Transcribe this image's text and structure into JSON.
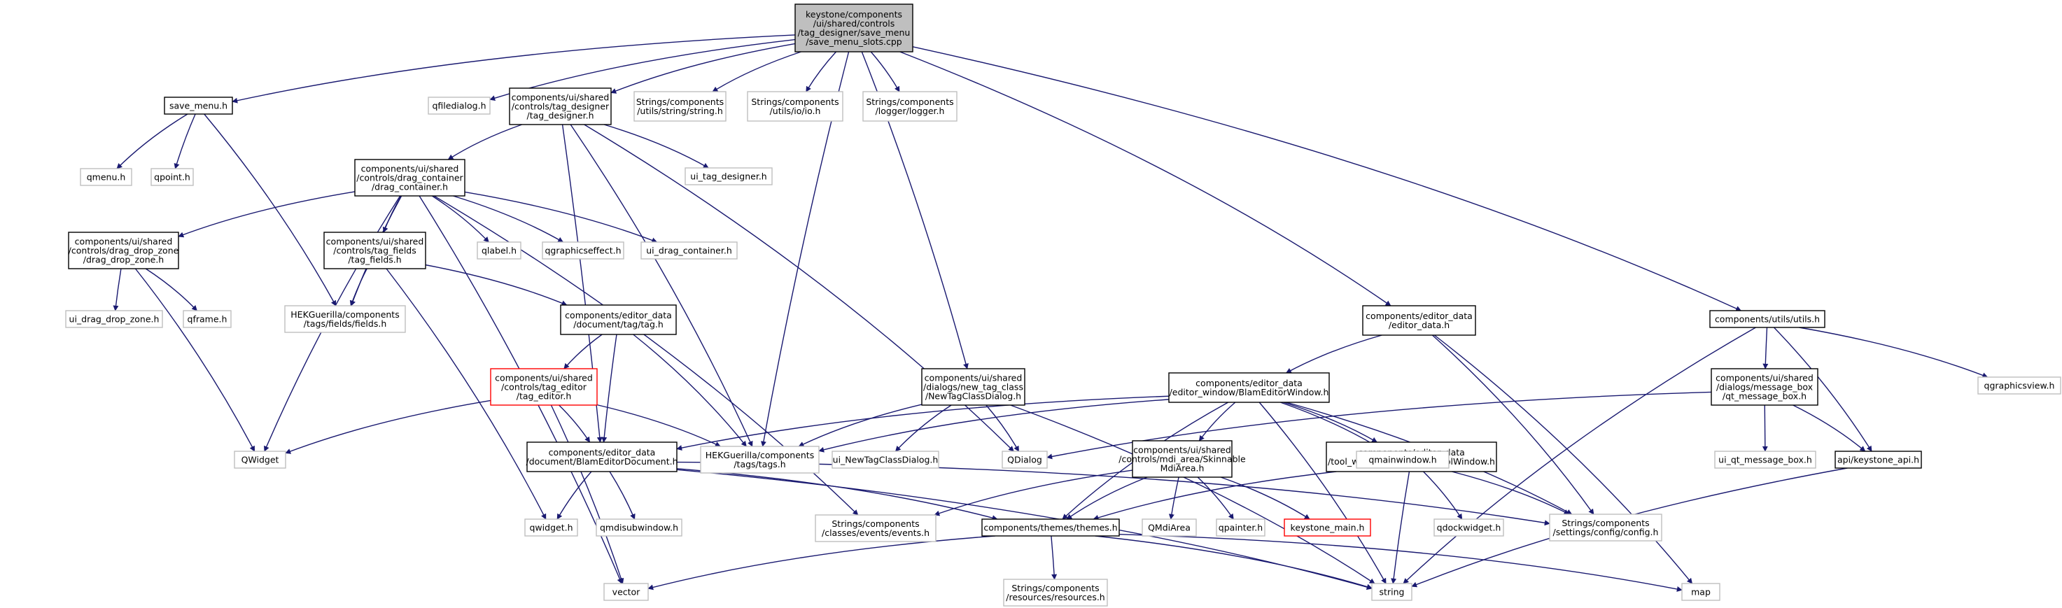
{
  "colors": {
    "edge": "#191970",
    "root_fill": "#bfbfbf",
    "documented_border": "#000000",
    "external_border": "#bfbfbf",
    "highlight_border": "#ff0000"
  },
  "nodes": [
    {
      "id": "root",
      "kind": "root",
      "lines": [
        "keystone/components",
        "/ui/shared/controls",
        "/tag_designer/save_menu",
        "/save_menu_slots.cpp"
      ]
    },
    {
      "id": "save_menu",
      "kind": "doc",
      "lines": [
        "save_menu.h"
      ]
    },
    {
      "id": "qfiledialog",
      "kind": "ext",
      "lines": [
        "qfiledialog.h"
      ]
    },
    {
      "id": "tag_designer",
      "kind": "doc",
      "lines": [
        "components/ui/shared",
        "/controls/tag_designer",
        "/tag_designer.h"
      ]
    },
    {
      "id": "string_h",
      "kind": "ext",
      "lines": [
        "Strings/components",
        "/utils/string/string.h"
      ]
    },
    {
      "id": "io_h",
      "kind": "ext",
      "lines": [
        "Strings/components",
        "/utils/io/io.h"
      ]
    },
    {
      "id": "logger_h",
      "kind": "ext",
      "lines": [
        "Strings/components",
        "/logger/logger.h"
      ]
    },
    {
      "id": "qmenu",
      "kind": "ext",
      "lines": [
        "qmenu.h"
      ]
    },
    {
      "id": "qpoint",
      "kind": "ext",
      "lines": [
        "qpoint.h"
      ]
    },
    {
      "id": "ui_tag_designer",
      "kind": "ext",
      "lines": [
        "ui_tag_designer.h"
      ]
    },
    {
      "id": "drag_container",
      "kind": "doc",
      "lines": [
        "components/ui/shared",
        "/controls/drag_container",
        "/drag_container.h"
      ]
    },
    {
      "id": "drag_drop_zone",
      "kind": "doc",
      "lines": [
        "components/ui/shared",
        "/controls/drag_drop_zone",
        "/drag_drop_zone.h"
      ]
    },
    {
      "id": "tag_fields",
      "kind": "doc",
      "lines": [
        "components/ui/shared",
        "/controls/tag_fields",
        "/tag_fields.h"
      ]
    },
    {
      "id": "qlabel",
      "kind": "ext",
      "lines": [
        "qlabel.h"
      ]
    },
    {
      "id": "qgraphicseffect",
      "kind": "ext",
      "lines": [
        "qgraphicseffect.h"
      ]
    },
    {
      "id": "ui_drag_container",
      "kind": "ext",
      "lines": [
        "ui_drag_container.h"
      ]
    },
    {
      "id": "ui_drag_drop_zone",
      "kind": "ext",
      "lines": [
        "ui_drag_drop_zone.h"
      ]
    },
    {
      "id": "qframe",
      "kind": "ext",
      "lines": [
        "qframe.h"
      ]
    },
    {
      "id": "fields_h",
      "kind": "ext",
      "lines": [
        "HEKGuerilla/components",
        "/tags/fields/fields.h"
      ]
    },
    {
      "id": "tag_h",
      "kind": "doc",
      "lines": [
        "components/editor_data",
        "/document/tag/tag.h"
      ]
    },
    {
      "id": "tag_editor",
      "kind": "red",
      "lines": [
        "components/ui/shared",
        "/controls/tag_editor",
        "/tag_editor.h"
      ]
    },
    {
      "id": "qwidget",
      "kind": "ext",
      "lines": [
        "QWidget"
      ]
    },
    {
      "id": "blam_doc",
      "kind": "doc",
      "lines": [
        "components/editor_data",
        "/document/BlamEditorDocument.h"
      ]
    },
    {
      "id": "tags_h",
      "kind": "ext",
      "lines": [
        "HEKGuerilla/components",
        "/tags/tags.h"
      ]
    },
    {
      "id": "new_tag_class",
      "kind": "doc",
      "lines": [
        "components/ui/shared",
        "/dialogs/new_tag_class",
        "/NewTagClassDialog.h"
      ]
    },
    {
      "id": "ui_new_tag_class",
      "kind": "ext",
      "lines": [
        "ui_NewTagClassDialog.h"
      ]
    },
    {
      "id": "qdialog",
      "kind": "ext",
      "lines": [
        "QDialog"
      ]
    },
    {
      "id": "qwidget_h",
      "kind": "ext",
      "lines": [
        "qwidget.h"
      ]
    },
    {
      "id": "qmdisubwindow",
      "kind": "ext",
      "lines": [
        "qmdisubwindow.h"
      ]
    },
    {
      "id": "events_h",
      "kind": "ext",
      "lines": [
        "Strings/components",
        "/classes/events/events.h"
      ]
    },
    {
      "id": "themes_h",
      "kind": "doc",
      "lines": [
        "components/themes/themes.h"
      ]
    },
    {
      "id": "resources_h",
      "kind": "ext",
      "lines": [
        "Strings/components",
        "/resources/resources.h"
      ]
    },
    {
      "id": "vector",
      "kind": "ext",
      "lines": [
        "vector"
      ]
    },
    {
      "id": "string",
      "kind": "ext",
      "lines": [
        "string"
      ]
    },
    {
      "id": "map",
      "kind": "ext",
      "lines": [
        "map"
      ]
    },
    {
      "id": "editor_data",
      "kind": "doc",
      "lines": [
        "components/editor_data",
        "/editor_data.h"
      ]
    },
    {
      "id": "blam_window",
      "kind": "doc",
      "lines": [
        "components/editor_data",
        "/editor_window/BlamEditorWindow.h"
      ]
    },
    {
      "id": "skinnable",
      "kind": "doc",
      "lines": [
        "components/ui/shared",
        "/controls/mdi_area/Skinnable",
        "MdiArea.h"
      ]
    },
    {
      "id": "tool_window",
      "kind": "doc",
      "lines": [
        "components/editor_data",
        "/tool_window/BlamEditorToolWindow.h"
      ]
    },
    {
      "id": "qmainwindow",
      "kind": "ext",
      "lines": [
        "qmainwindow.h"
      ]
    },
    {
      "id": "qmdiarea",
      "kind": "ext",
      "lines": [
        "QMdiArea"
      ]
    },
    {
      "id": "qpainter",
      "kind": "ext",
      "lines": [
        "qpainter.h"
      ]
    },
    {
      "id": "keystone_main",
      "kind": "red",
      "lines": [
        "keystone_main.h"
      ]
    },
    {
      "id": "qdockwidget",
      "kind": "ext",
      "lines": [
        "qdockwidget.h"
      ]
    },
    {
      "id": "config_h",
      "kind": "ext",
      "lines": [
        "Strings/components",
        "/settings/config/config.h"
      ]
    },
    {
      "id": "utils_h",
      "kind": "doc",
      "lines": [
        "components/utils/utils.h"
      ]
    },
    {
      "id": "qt_message_box",
      "kind": "doc",
      "lines": [
        "components/ui/shared",
        "/dialogs/message_box",
        "/qt_message_box.h"
      ]
    },
    {
      "id": "ui_qt_message_box",
      "kind": "ext",
      "lines": [
        "ui_qt_message_box.h"
      ]
    },
    {
      "id": "keystone_api",
      "kind": "doc",
      "lines": [
        "api/keystone_api.h"
      ]
    },
    {
      "id": "qgraphicsview",
      "kind": "ext",
      "lines": [
        "qgraphicsview.h"
      ]
    }
  ],
  "edges": [
    [
      "root",
      "save_menu"
    ],
    [
      "root",
      "qfiledialog"
    ],
    [
      "root",
      "tag_designer"
    ],
    [
      "root",
      "string_h"
    ],
    [
      "root",
      "io_h"
    ],
    [
      "root",
      "logger_h"
    ],
    [
      "root",
      "new_tag_class"
    ],
    [
      "root",
      "tags_h"
    ],
    [
      "root",
      "editor_data"
    ],
    [
      "root",
      "utils_h"
    ],
    [
      "save_menu",
      "qmenu"
    ],
    [
      "save_menu",
      "qpoint"
    ],
    [
      "save_menu",
      "fields_h"
    ],
    [
      "tag_designer",
      "drag_container"
    ],
    [
      "tag_designer",
      "ui_tag_designer"
    ],
    [
      "tag_designer",
      "tags_h"
    ],
    [
      "tag_designer",
      "blam_doc"
    ],
    [
      "tag_designer",
      "qdialog"
    ],
    [
      "drag_container",
      "drag_drop_zone"
    ],
    [
      "drag_container",
      "tag_fields"
    ],
    [
      "drag_container",
      "qlabel"
    ],
    [
      "drag_container",
      "qgraphicseffect"
    ],
    [
      "drag_container",
      "ui_drag_container"
    ],
    [
      "drag_container",
      "qwidget"
    ],
    [
      "drag_container",
      "vector"
    ],
    [
      "drag_container",
      "fields_h"
    ],
    [
      "drag_container",
      "events_h"
    ],
    [
      "drag_drop_zone",
      "ui_drag_drop_zone"
    ],
    [
      "drag_drop_zone",
      "qframe"
    ],
    [
      "drag_drop_zone",
      "qwidget"
    ],
    [
      "tag_fields",
      "fields_h"
    ],
    [
      "tag_fields",
      "tag_h"
    ],
    [
      "tag_fields",
      "qwidget_h"
    ],
    [
      "tag_h",
      "tag_editor"
    ],
    [
      "tag_h",
      "blam_doc"
    ],
    [
      "tag_h",
      "tags_h"
    ],
    [
      "tag_editor",
      "qwidget"
    ],
    [
      "tag_editor",
      "blam_doc"
    ],
    [
      "tag_editor",
      "tags_h"
    ],
    [
      "tag_editor",
      "vector"
    ],
    [
      "blam_doc",
      "qwidget_h"
    ],
    [
      "blam_doc",
      "qmdisubwindow"
    ],
    [
      "blam_doc",
      "themes_h"
    ],
    [
      "blam_doc",
      "string"
    ],
    [
      "blam_doc",
      "config_h"
    ],
    [
      "new_tag_class",
      "tags_h"
    ],
    [
      "new_tag_class",
      "ui_new_tag_class"
    ],
    [
      "new_tag_class",
      "qdialog"
    ],
    [
      "new_tag_class",
      "string"
    ],
    [
      "themes_h",
      "resources_h"
    ],
    [
      "themes_h",
      "vector"
    ],
    [
      "themes_h",
      "string"
    ],
    [
      "themes_h",
      "map"
    ],
    [
      "editor_data",
      "blam_window"
    ],
    [
      "editor_data",
      "config_h"
    ],
    [
      "editor_data",
      "map"
    ],
    [
      "blam_window",
      "tags_h"
    ],
    [
      "blam_window",
      "blam_doc"
    ],
    [
      "blam_window",
      "skinnable"
    ],
    [
      "blam_window",
      "tool_window"
    ],
    [
      "blam_window",
      "qmainwindow"
    ],
    [
      "blam_window",
      "themes_h"
    ],
    [
      "blam_window",
      "string"
    ],
    [
      "blam_window",
      "config_h"
    ],
    [
      "skinnable",
      "qmdiarea"
    ],
    [
      "skinnable",
      "qpainter"
    ],
    [
      "skinnable",
      "keystone_main"
    ],
    [
      "skinnable",
      "themes_h"
    ],
    [
      "skinnable",
      "events_h"
    ],
    [
      "tool_window",
      "qdockwidget"
    ],
    [
      "tool_window",
      "config_h"
    ],
    [
      "tool_window",
      "string"
    ],
    [
      "tool_window",
      "themes_h"
    ],
    [
      "utils_h",
      "qt_message_box"
    ],
    [
      "utils_h",
      "keystone_api"
    ],
    [
      "utils_h",
      "qgraphicsview"
    ],
    [
      "utils_h",
      "string"
    ],
    [
      "qt_message_box",
      "qdialog"
    ],
    [
      "qt_message_box",
      "ui_qt_message_box"
    ],
    [
      "qt_message_box",
      "keystone_api"
    ],
    [
      "keystone_api",
      "string"
    ]
  ]
}
